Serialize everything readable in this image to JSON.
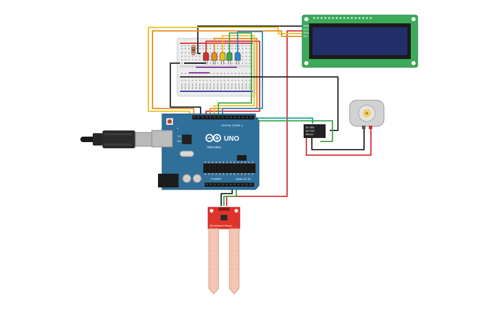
{
  "colors": {
    "background": "#ffffff",
    "arduino_board": "#2f6f9a",
    "arduino_dark": "#1f5578",
    "breadboard": "#e9e9e9",
    "lcd_pcb": "#3daa5a",
    "lcd_screen": "#232f6b",
    "relay_body": "#222222",
    "sensor_board": "#e0342a",
    "sensor_prong": "#f4c7b5",
    "motor_body": "#cfcfcf",
    "motor_hub": "#f2d065",
    "wire_red": "#d62f2f",
    "wire_black": "#222222",
    "wire_yellow": "#e8c21c",
    "wire_orange": "#e98a1f",
    "wire_green": "#3aa847",
    "wire_blue": "#2a86c7",
    "wire_teal": "#1aa39a",
    "wire_purple": "#8a3ea3"
  },
  "arduino": {
    "logo_text": "UNO",
    "brand_text": "ARDUINO",
    "digital_header_label": "DIGITAL (PWM~)",
    "power_header_label": "POWER",
    "analog_header_label": "ANALOG IN",
    "tx_label": "TX",
    "rx_label": "RX",
    "l_label": "L"
  },
  "lcd": {
    "pin_labels": [
      "GND",
      "VCC",
      "SDA",
      "SCL"
    ]
  },
  "relay": {
    "label_lines": [
      "5V SRD",
      "ACTIVE",
      "RELAY"
    ]
  },
  "sensor": {
    "label": "Soil Moisture Sensor"
  },
  "leds": {
    "colors": [
      "#d62f2f",
      "#e98a1f",
      "#e8c21c",
      "#3aa847",
      "#2a86c7"
    ]
  },
  "icons": {
    "usb_cable": "usb-cable-icon",
    "motor": "dc-motor-icon",
    "resistor": "resistor-icon"
  }
}
